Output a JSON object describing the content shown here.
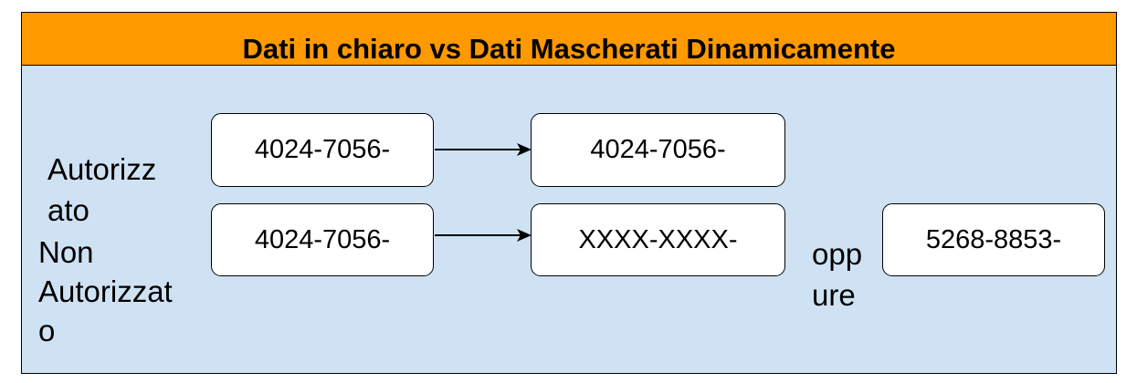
{
  "header": {
    "title": "Dati in chiaro vs Dati Mascherati Dinamicamente"
  },
  "rows": {
    "authorized": {
      "label_line1": "Autorizz",
      "label_line2": "ato",
      "source": "4024-7056-",
      "result": "4024-7056-"
    },
    "unauthorized": {
      "label_line1": "Non",
      "label_line2": "Autorizzat",
      "label_line3": "o",
      "source": "4024-7056-",
      "result": "XXXX-XXXX-"
    }
  },
  "alternative": {
    "label_line1": "opp",
    "label_line2": "ure",
    "value": "5268-8853-"
  },
  "colors": {
    "header_bg": "#ff9900",
    "panel_bg": "#cfe2f3",
    "box_bg": "#ffffff",
    "stroke": "#000000"
  }
}
